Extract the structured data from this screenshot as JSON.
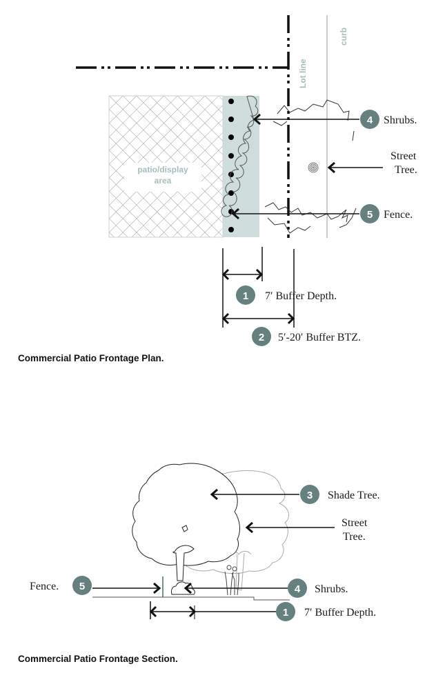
{
  "colors": {
    "badge": "#66807f",
    "buffer_fill": "#cfdcdc",
    "grey_label": "#a9bcbc",
    "line": "#111111"
  },
  "plan": {
    "caption": "Commercial Patio Frontage Plan.",
    "lot_line_label": "Lot line",
    "curb_label": "curb",
    "patio_label_line1": "patio/display",
    "patio_label_line2": "area",
    "callouts": [
      {
        "badge": "4",
        "label": "Shrubs."
      },
      {
        "badge": "",
        "label_line1": "Street",
        "label_line2": "Tree."
      },
      {
        "badge": "5",
        "label": "Fence."
      },
      {
        "badge": "1",
        "label": "7′ Buffer Depth."
      },
      {
        "badge": "2",
        "label": "5′-20′ Buffer BTZ."
      }
    ]
  },
  "section": {
    "caption": "Commercial Patio Frontage Section.",
    "callouts": [
      {
        "badge": "3",
        "label": "Shade Tree."
      },
      {
        "badge": "",
        "label_line1": "Street",
        "label_line2": "Tree."
      },
      {
        "badge": "4",
        "label": "Shrubs."
      },
      {
        "badge": "5",
        "label": "Fence."
      },
      {
        "badge": "1",
        "label": "7′ Buffer Depth."
      }
    ]
  }
}
